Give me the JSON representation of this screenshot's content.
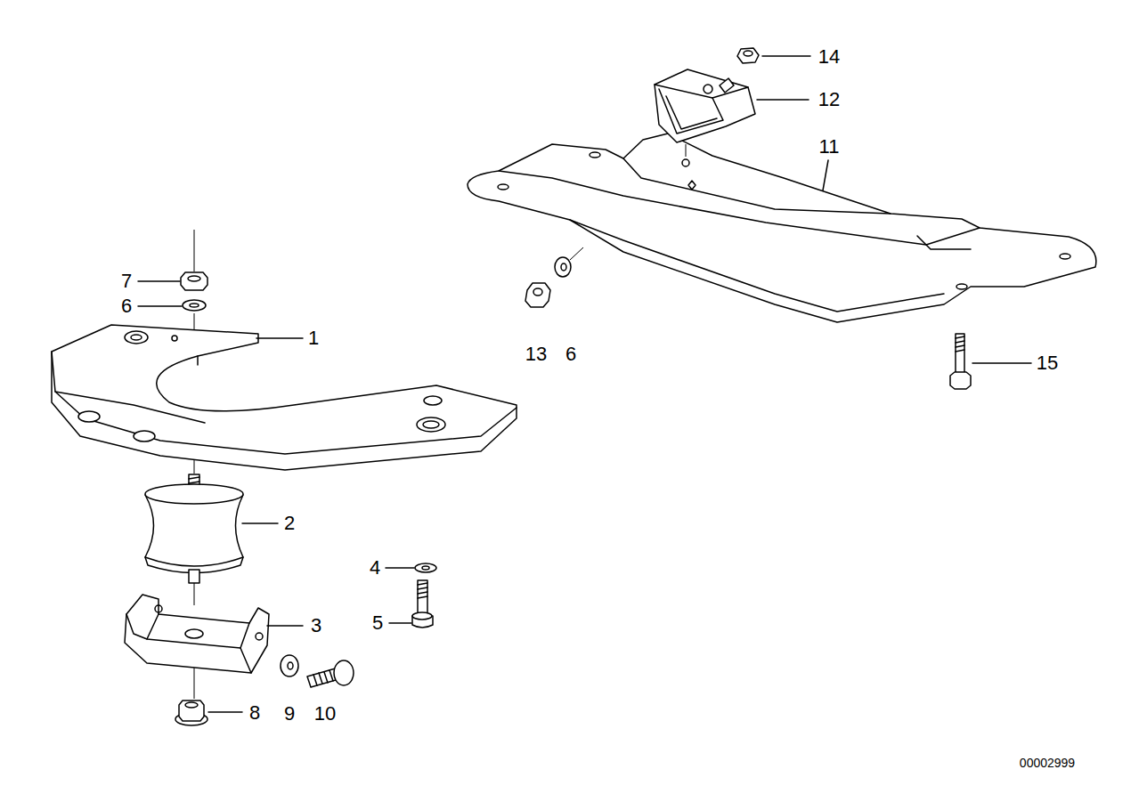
{
  "diagram": {
    "labels": [
      "14",
      "12",
      "11",
      "7",
      "6",
      "1",
      "13",
      "6",
      "15",
      "2",
      "4",
      "5",
      "3",
      "8",
      "9",
      "10",
      "00002999"
    ]
  }
}
